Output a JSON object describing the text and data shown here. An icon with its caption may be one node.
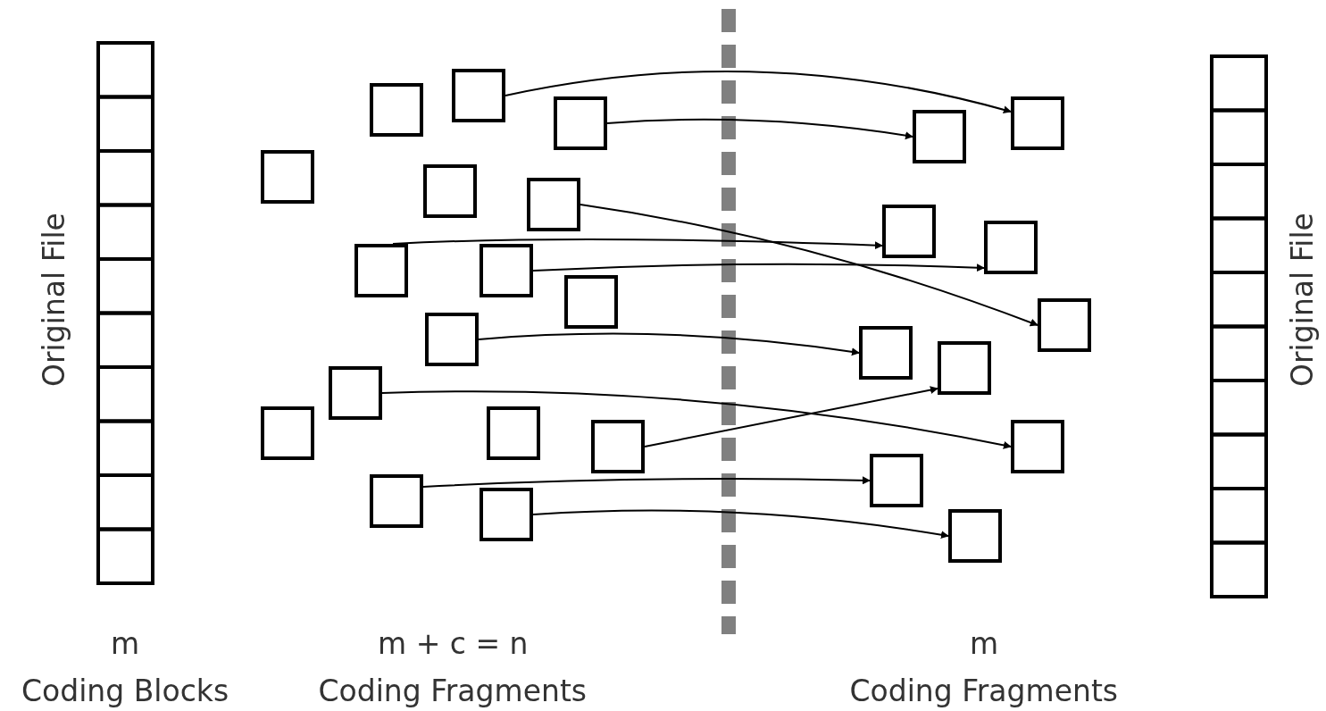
{
  "diagram": {
    "nodes": [
      {
        "text": [],
        "shape": "box"
      },
      {
        "text": [],
        "shape": "box"
      },
      {
        "text": [],
        "shape": "box"
      },
      {
        "text": [],
        "shape": "box"
      },
      {
        "text": [],
        "shape": "box"
      },
      {
        "text": [],
        "shape": "box"
      },
      {
        "text": [],
        "shape": "box"
      },
      {
        "text": [],
        "shape": "box"
      },
      {
        "text": [],
        "shape": "box"
      },
      {
        "text": [],
        "shape": "box"
      },
      {
        "text": [],
        "shape": "box"
      },
      {
        "text": [],
        "shape": "box"
      },
      {
        "text": [],
        "shape": "box"
      },
      {
        "text": [],
        "shape": "box"
      },
      {
        "text": [],
        "shape": "box"
      },
      {
        "text": [],
        "shape": "box"
      },
      {
        "text": [],
        "shape": "box"
      },
      {
        "text": [],
        "shape": "box"
      },
      {
        "text": [],
        "shape": "box"
      },
      {
        "text": [],
        "shape": "box"
      },
      {
        "text": [],
        "shape": "box"
      },
      {
        "text": [],
        "shape": "box"
      },
      {
        "text": [],
        "shape": "box"
      },
      {
        "text": [],
        "shape": "box"
      },
      {
        "text": [],
        "shape": "box"
      },
      {
        "text": [],
        "shape": "box"
      }
    ],
    "edges": [
      {
        "from": 0,
        "to": 16,
        "arrow": "to"
      },
      {
        "from": 2,
        "to": 17,
        "arrow": "to"
      },
      {
        "from": 5,
        "to": 20,
        "arrow": "to"
      },
      {
        "from": 6,
        "to": 18,
        "arrow": "to"
      },
      {
        "from": 7,
        "to": 19,
        "arrow": "to"
      },
      {
        "from": 9,
        "to": 21,
        "arrow": "to"
      },
      {
        "from": 10,
        "to": 23,
        "arrow": "to"
      },
      {
        "from": 13,
        "to": 22,
        "arrow": "to"
      },
      {
        "from": 14,
        "to": 24,
        "arrow": "to"
      },
      {
        "from": 15,
        "to": 25,
        "arrow": "to"
      }
    ],
    "labels": [
      "Original File",
      "m",
      "Coding Blocks",
      "m + c = n",
      "Coding Fragments",
      "m",
      "Coding Fragments",
      "Original File"
    ]
  }
}
